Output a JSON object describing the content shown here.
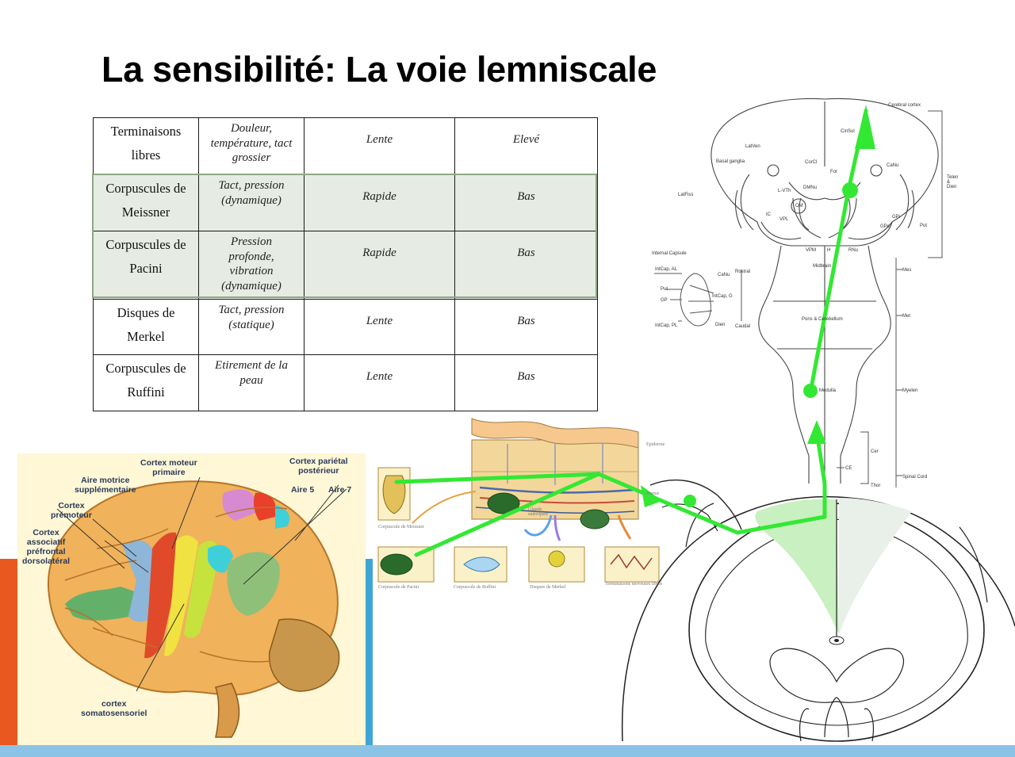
{
  "title": "La sensibilité: La voie lemniscale",
  "table": {
    "rows": [
      {
        "name": [
          "Terminaisons",
          "libres"
        ],
        "desc": [
          "Douleur,",
          "température, tact",
          "grossier"
        ],
        "speed": "Lente",
        "threshold": "Elevé"
      },
      {
        "name": [
          "Corpuscules de",
          "Meissner"
        ],
        "desc": [
          "Tact, pression",
          "(dynamique)"
        ],
        "speed": "Rapide",
        "threshold": "Bas"
      },
      {
        "name": [
          "Corpuscules de",
          "Pacini"
        ],
        "desc": [
          "Pression",
          "profonde,",
          "vibration",
          "(dynamique)"
        ],
        "speed": "Rapide",
        "threshold": "Bas"
      },
      {
        "name": [
          "Disques de",
          "Merkel"
        ],
        "desc": [
          "Tact, pression",
          "(statique)"
        ],
        "speed": "Lente",
        "threshold": "Bas"
      },
      {
        "name": [
          "Corpuscules de",
          "Ruffini"
        ],
        "desc": [
          "Etirement de la",
          "peau"
        ],
        "speed": "Lente",
        "threshold": "Bas"
      }
    ]
  },
  "brain_labels": {
    "moteur": "Cortex moteur\nprimaire",
    "parietal": "Cortex pariétal\npostérieur",
    "aire5": "Aire 5",
    "aire7": "Aire 7",
    "sma": "Aire motrice\nsupplémentaire",
    "premoteur": "Cortex\nprémoteur",
    "prefrontal": "Cortex\nassociatif\npréfrontal\ndorsolatéral",
    "somato": "cortex\nsomatosensoriel"
  },
  "skin_labels": {
    "epiderme": "Epiderme",
    "derme": "Derme",
    "glande": "Glande\nsudoripare",
    "meissner": "Corpuscule de Meissner",
    "pacini": "Corpuscule de Pacini",
    "ruffini": "Corpuscule de Ruffini",
    "merkel": "Disques de Merkel",
    "libres": "Terminaisons nerveuses libres"
  },
  "brainstem_labels": {
    "cerebral_cortex": "Cerebral cortex",
    "cinsul": "CinSul",
    "latven": "LatVen",
    "corcl": "CorCl",
    "basal_ganglia": "Basal ganglia",
    "for": "For",
    "canu": "CaNu",
    "telen_dien": "Telen\n&\nDien",
    "latfiss": "LatFiss",
    "lvth": "L-VTh",
    "dmnu": "DMNu",
    "ic": "IC",
    "om": "OM",
    "vpl": "VPL",
    "gpi": "GPi",
    "gpe": "GPe",
    "put": "Put",
    "internal_capsule": "Internal Capsule",
    "intcap_al": "IntCap, AL",
    "canu2": "CaNu",
    "rostral": "Rostral",
    "vpm": "VPM",
    "h": "H",
    "rnu": "RNu",
    "midbrain": "Midbrain",
    "mes": "Mes",
    "put2": "Put",
    "gp": "GP",
    "intcap_g": "IntCap, G",
    "intcap_pl": "IntCap, PL",
    "dien": "Dien",
    "caudal": "Caudal",
    "pons": "Pons & Cerebellum",
    "met": "Met",
    "medulla": "Medulla",
    "myelen": "Myelen",
    "cer": "Cer",
    "ce": "CE",
    "thor": "Thor",
    "spinal_cord": "Spinal Cord"
  },
  "colors": {
    "pathway": "#33e833",
    "cord_highlight": "#c9f0c0",
    "accent_orange": "#e8581f",
    "accent_blue": "#3fa5d6"
  }
}
